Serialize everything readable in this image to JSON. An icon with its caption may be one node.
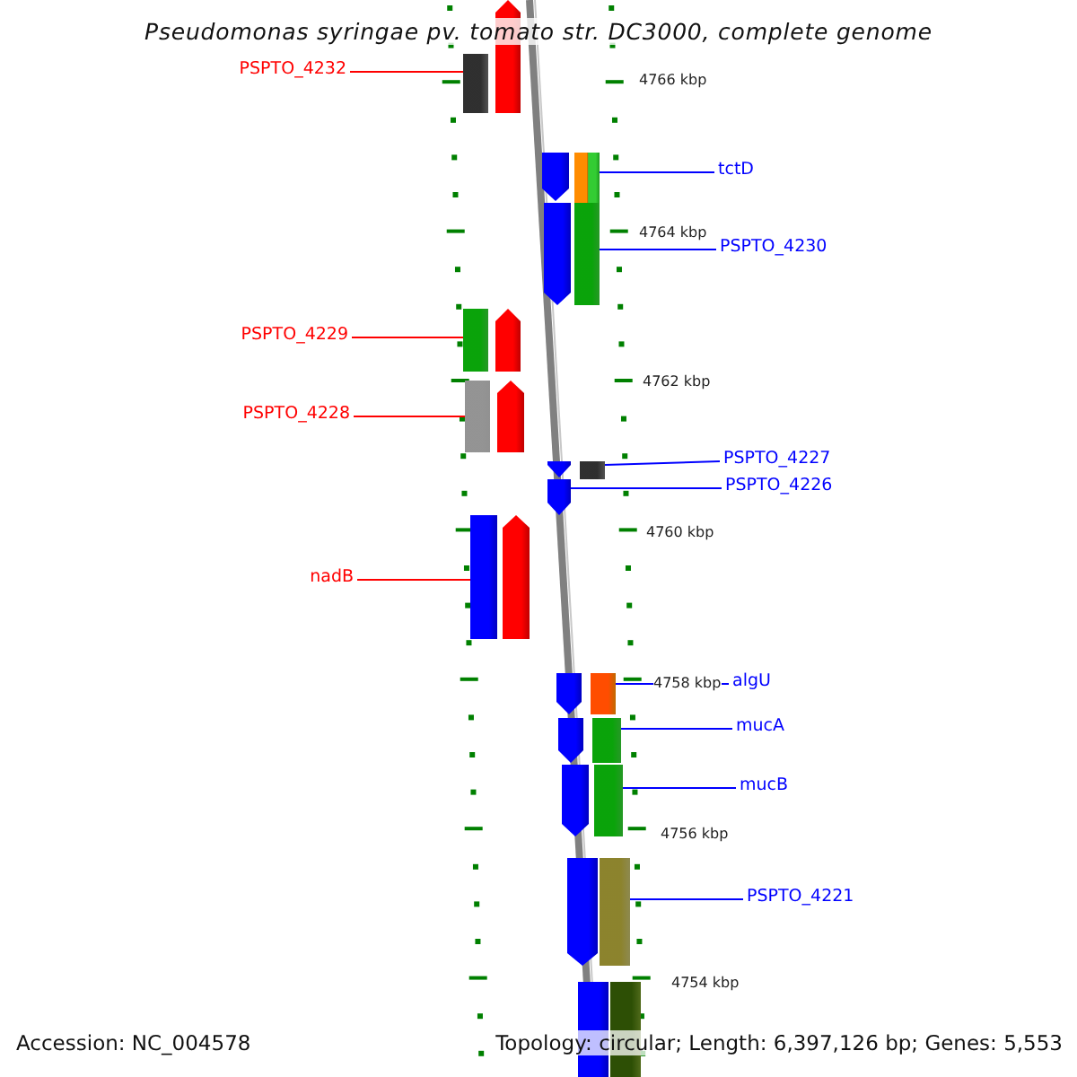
{
  "diagram": {
    "title": "Pseudomonas syringae pv. tomato str. DC3000, complete genome",
    "nodes": [
      {
        "text": [
          "PSPTO_4232"
        ]
      },
      {
        "text": [
          "tctD"
        ]
      },
      {
        "text": [
          "PSPTO_4230"
        ]
      },
      {
        "text": [
          "PSPTO_4229"
        ]
      },
      {
        "text": [
          "PSPTO_4228"
        ]
      },
      {
        "text": [
          "PSPTO_4227"
        ]
      },
      {
        "text": [
          "PSPTO_4226"
        ]
      },
      {
        "text": [
          "nadB"
        ]
      },
      {
        "text": [
          "algU"
        ]
      },
      {
        "text": [
          "mucA"
        ]
      },
      {
        "text": [
          "mucB"
        ]
      },
      {
        "text": [
          "PSPTO_4221"
        ]
      },
      {
        "text": [],
        "shape": "bar"
      },
      {
        "text": [],
        "shape": "bar"
      },
      {
        "text": [],
        "shape": "bar"
      },
      {
        "text": [],
        "shape": "bar"
      },
      {
        "text": [],
        "shape": "bar"
      },
      {
        "text": [],
        "shape": "bar"
      },
      {
        "text": [],
        "shape": "arrow"
      },
      {
        "text": [],
        "shape": "bar"
      },
      {
        "text": [],
        "shape": "bar"
      },
      {
        "text": [],
        "shape": "bar"
      },
      {
        "text": [],
        "shape": "bar"
      },
      {
        "text": [],
        "shape": "bar"
      },
      {
        "text": [],
        "shape": "arrow"
      },
      {
        "text": [],
        "shape": "arrow"
      },
      {
        "text": [],
        "shape": "arrow"
      },
      {
        "text": [],
        "shape": "arrow"
      },
      {
        "text": [],
        "shape": "arrow"
      },
      {
        "text": [],
        "shape": "arrow"
      },
      {
        "text": [],
        "shape": "arrow"
      },
      {
        "text": [],
        "shape": "arrow"
      },
      {
        "text": [],
        "shape": "arrow"
      },
      {
        "text": [],
        "shape": "arrow"
      },
      {
        "text": [],
        "shape": "arrow"
      },
      {
        "text": [],
        "shape": "bar"
      },
      {
        "text": [],
        "shape": "bar"
      }
    ],
    "edges": [
      {
        "from": 0,
        "to": 12,
        "arrow": "none",
        "color": "#ff0000"
      },
      {
        "from": 1,
        "to": 13,
        "arrow": "none"
      },
      {
        "from": 2,
        "to": 14,
        "arrow": "none"
      },
      {
        "from": 3,
        "to": 15,
        "arrow": "none",
        "color": "#ff0000"
      },
      {
        "from": 4,
        "to": 16,
        "arrow": "none",
        "color": "#ff0000"
      },
      {
        "from": 5,
        "to": 17,
        "arrow": "none"
      },
      {
        "from": 6,
        "to": 18,
        "arrow": "none"
      },
      {
        "from": 7,
        "to": 19,
        "arrow": "none",
        "color": "#ff0000"
      },
      {
        "from": 8,
        "to": 20,
        "arrow": "none"
      },
      {
        "from": 9,
        "to": 21,
        "arrow": "none"
      },
      {
        "from": 10,
        "to": 22,
        "arrow": "none"
      },
      {
        "from": 11,
        "to": 23,
        "arrow": "none"
      }
    ],
    "labels": [
      "4766 kbp",
      "4764 kbp",
      "4762 kbp",
      "4760 kbp",
      "4758 kbp",
      "4756 kbp",
      "4754 kbp",
      "Accession: NC_004578",
      "Topology: circular; Length: 6,397,126 bp; Genes: 5,553"
    ]
  }
}
